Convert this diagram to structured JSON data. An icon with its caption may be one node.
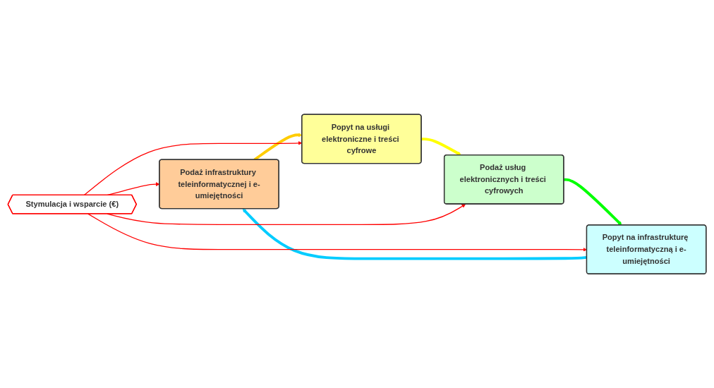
{
  "diagram": {
    "nodes": [
      {
        "text": [
          "Podaż infrastruktury teleinformatycznej i e-umiejętności"
        ]
      },
      {
        "text": [
          "Popyt na infrastrukturę teleinformatyczną i e-umiejętności"
        ]
      },
      {
        "text": [
          "Stymulacja i wsparcie (€)"
        ]
      },
      {
        "text": [
          "Popyt na usługi elektroniczne i treści cyfrowe"
        ]
      },
      {
        "text": [
          "Podaż usług elektronicznych i treści cyfrowych"
        ]
      }
    ],
    "edges": [
      {
        "from": 0,
        "to": 3,
        "arrow": "to",
        "style": "thick",
        "color": "#ffcc00"
      },
      {
        "from": 3,
        "to": 4,
        "arrow": "to",
        "style": "thick",
        "color": "#ffff00"
      },
      {
        "from": 4,
        "to": 1,
        "arrow": "to",
        "style": "thick",
        "color": "#00ff00"
      },
      {
        "from": 1,
        "to": 0,
        "arrow": "to",
        "style": "thick",
        "color": "#00ccff"
      },
      {
        "from": 2,
        "to": 0,
        "arrow": "to",
        "color": "#ff0000"
      },
      {
        "from": 2,
        "to": 1,
        "arrow": "to",
        "color": "#ff0000"
      },
      {
        "from": 2,
        "to": 3,
        "arrow": "to",
        "color": "#ff0000"
      },
      {
        "from": 2,
        "to": 4,
        "arrow": "to",
        "color": "#ff0000"
      }
    ]
  }
}
